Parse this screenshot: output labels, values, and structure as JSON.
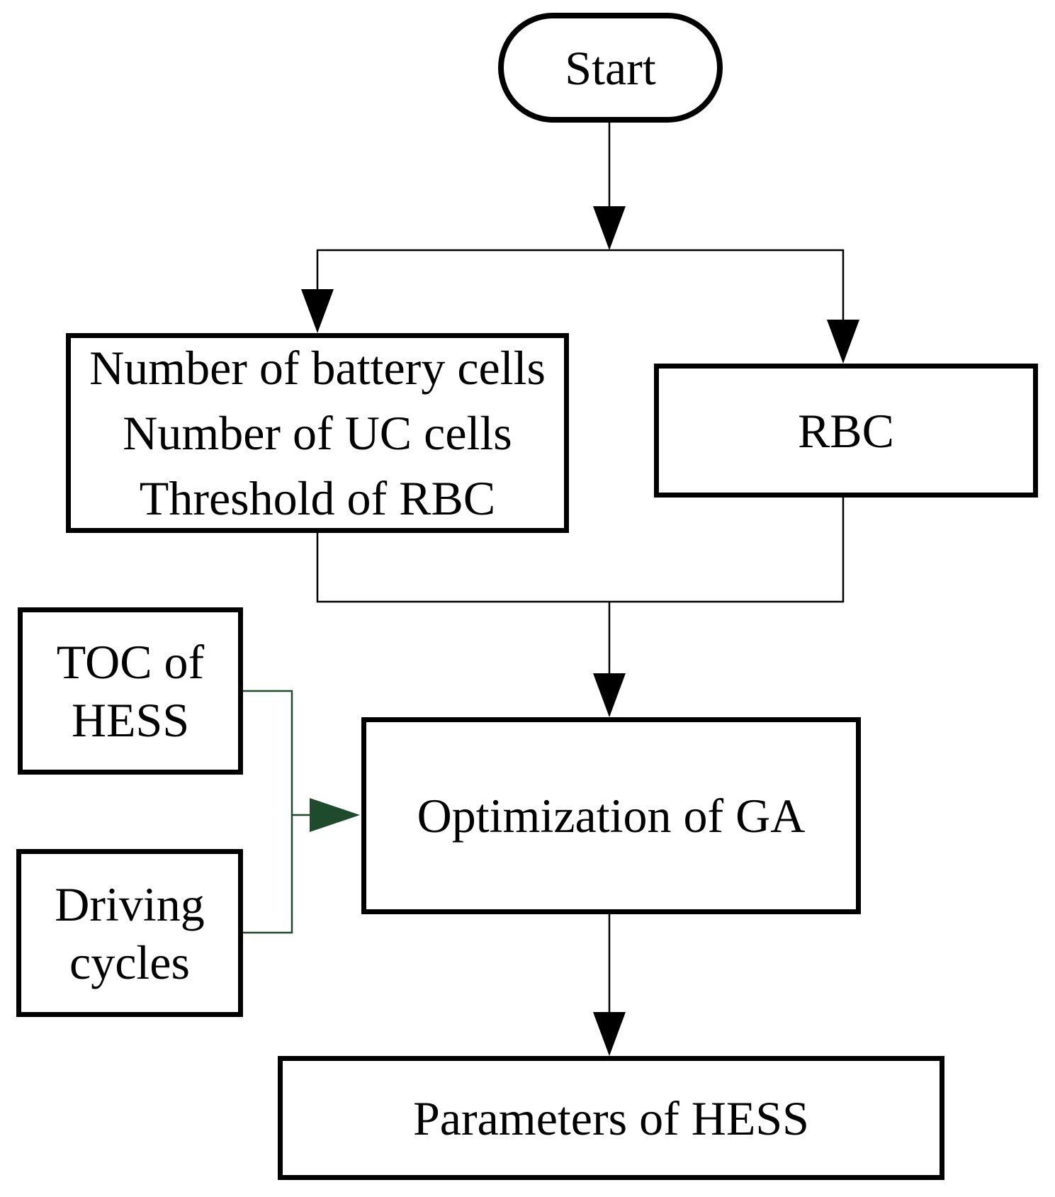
{
  "diagram": {
    "background": "#ffffff",
    "colors": {
      "line": "#000000",
      "text": "#000000",
      "box_border": "#000000",
      "bracket_green": "#1e4b2b"
    },
    "nodes": {
      "start": {
        "type": "terminator",
        "label": "Start"
      },
      "inputs": {
        "type": "process",
        "lines": [
          "Number of battery cells",
          "Number of UC cells",
          "Threshold of RBC"
        ]
      },
      "rbc": {
        "type": "process",
        "label": "RBC"
      },
      "toc": {
        "type": "process",
        "lines": [
          "TOC of",
          "HESS"
        ]
      },
      "driving": {
        "type": "process",
        "lines": [
          "Driving",
          "cycles"
        ]
      },
      "ga": {
        "type": "process",
        "label": "Optimization of GA"
      },
      "params": {
        "type": "process",
        "label": "Parameters of HESS"
      }
    },
    "edges": [
      {
        "from": "start",
        "to": "inputs"
      },
      {
        "from": "start",
        "to": "rbc"
      },
      {
        "from": "inputs",
        "to": "ga"
      },
      {
        "from": "rbc",
        "to": "ga"
      },
      {
        "from": "toc",
        "to": "ga"
      },
      {
        "from": "driving",
        "to": "ga"
      },
      {
        "from": "ga",
        "to": "params"
      }
    ]
  }
}
